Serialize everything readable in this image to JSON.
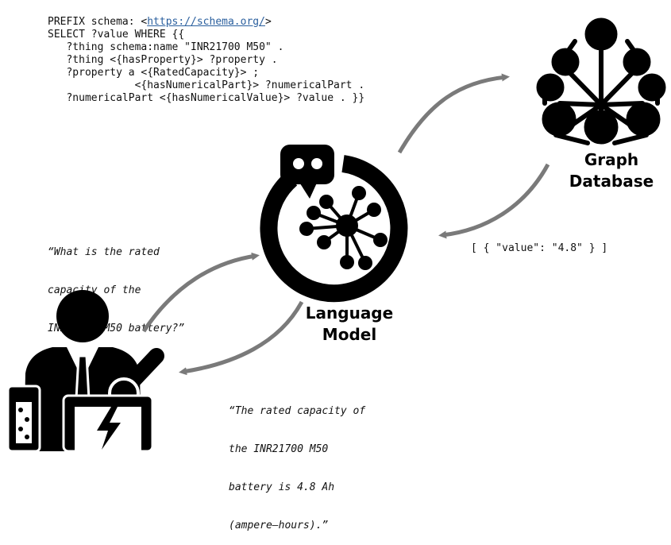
{
  "query": {
    "lines": [
      "PREFIX schema: <",
      "SELECT ?value WHERE {{",
      "   ?thing schema:name \"INR21700 M50\" .",
      "   ?thing <{hasProperty}> ?property .",
      "   ?property a <{RatedCapacity}> ;",
      "              <{hasNumericalPart}> ?numericalPart .",
      "   ?numericalPart <{hasNumericalValue}> ?value . }}"
    ],
    "prefix_url": "https://schema.org/",
    "prefix_close": ">"
  },
  "question": {
    "lines": [
      "“What is the rated",
      "capacity of the",
      "INR21700 M50 battery?”"
    ]
  },
  "answer": {
    "lines": [
      "“The rated capacity of",
      "the INR21700 M50",
      "battery is 4.8 Ah",
      "(ampere–hours).”"
    ]
  },
  "result": "[ { \"value\": \"4.8\" } ]",
  "graph_database": {
    "label_line1": "Graph",
    "label_line2": "Database"
  },
  "language_model": {
    "label_line1": "Language",
    "label_line2": "Model"
  },
  "colors": {
    "arrow": "#7a7a7a",
    "icon": "#000000",
    "link": "#2a5f9e"
  }
}
